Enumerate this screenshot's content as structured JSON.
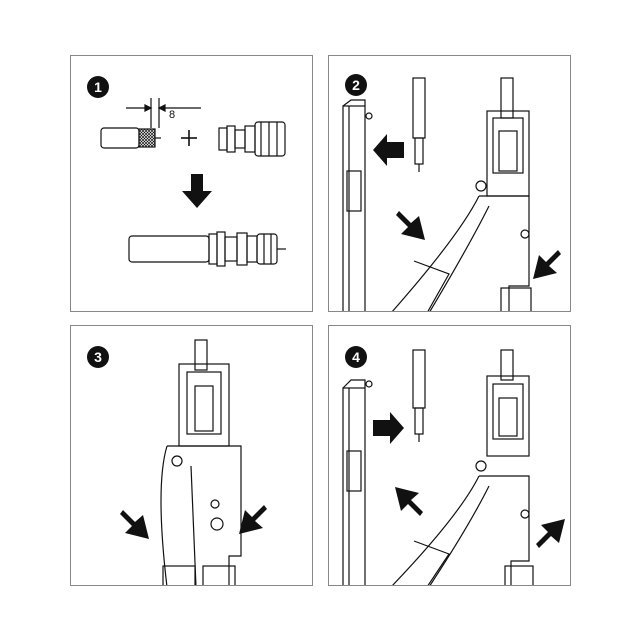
{
  "steps": [
    {
      "number": "1",
      "dimension": "8"
    },
    {
      "number": "2"
    },
    {
      "number": "3"
    },
    {
      "number": "4"
    }
  ],
  "icons": {
    "arrow": "block-arrow-icon",
    "plus": "plus-icon"
  },
  "colors": {
    "line": "#111111",
    "background": "#ffffff",
    "border": "#888888"
  }
}
